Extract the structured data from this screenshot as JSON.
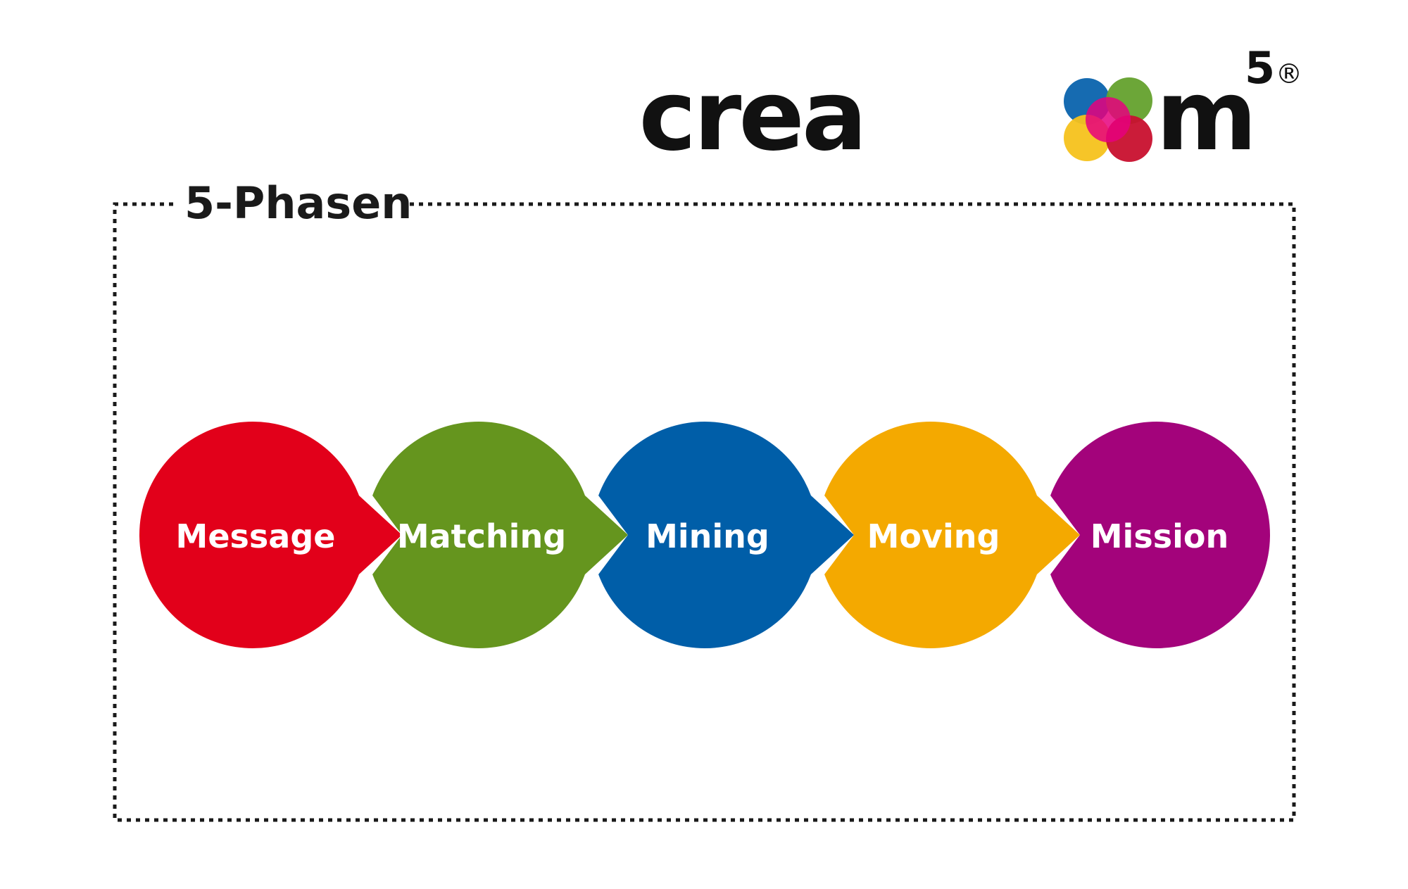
{
  "logo": {
    "text_left": "crea",
    "text_right": "m",
    "superscript": "5",
    "registered": "®",
    "text_color": "#111111",
    "blob_colors": [
      "#0a63ad",
      "#64a12d",
      "#f6c21c",
      "#c8102e",
      "#e6007e"
    ]
  },
  "frame": {
    "title": "5-Phasen",
    "border_color": "#1a1a1a",
    "title_color": "#1a1a1a"
  },
  "phases": [
    {
      "label": "Message",
      "color": "#e2001a"
    },
    {
      "label": "Matching",
      "color": "#65951e"
    },
    {
      "label": "Mining",
      "color": "#005ea8"
    },
    {
      "label": "Moving",
      "color": "#f4a900"
    },
    {
      "label": "Mission",
      "color": "#a3037b"
    }
  ]
}
